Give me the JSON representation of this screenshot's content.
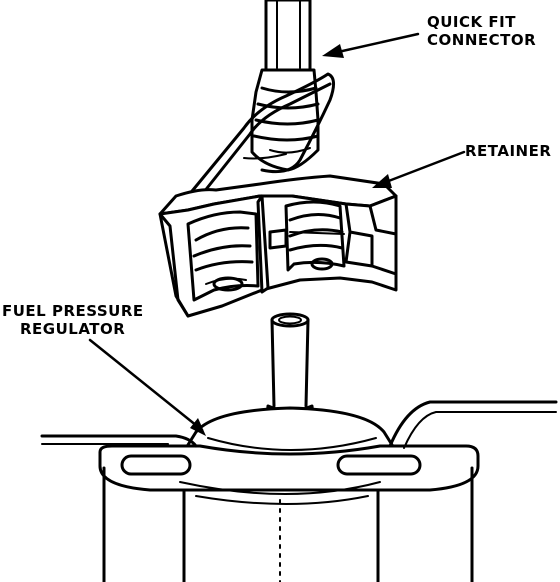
{
  "labels": {
    "quick_fit_connector": [
      "QUICK FIT",
      "CONNECTOR"
    ],
    "retainer": [
      "RETAINER"
    ],
    "fuel_pressure_regulator": [
      "FUEL PRESSURE",
      "REGULATOR"
    ]
  },
  "colors": {
    "line": "#000000",
    "background": "#ffffff"
  }
}
